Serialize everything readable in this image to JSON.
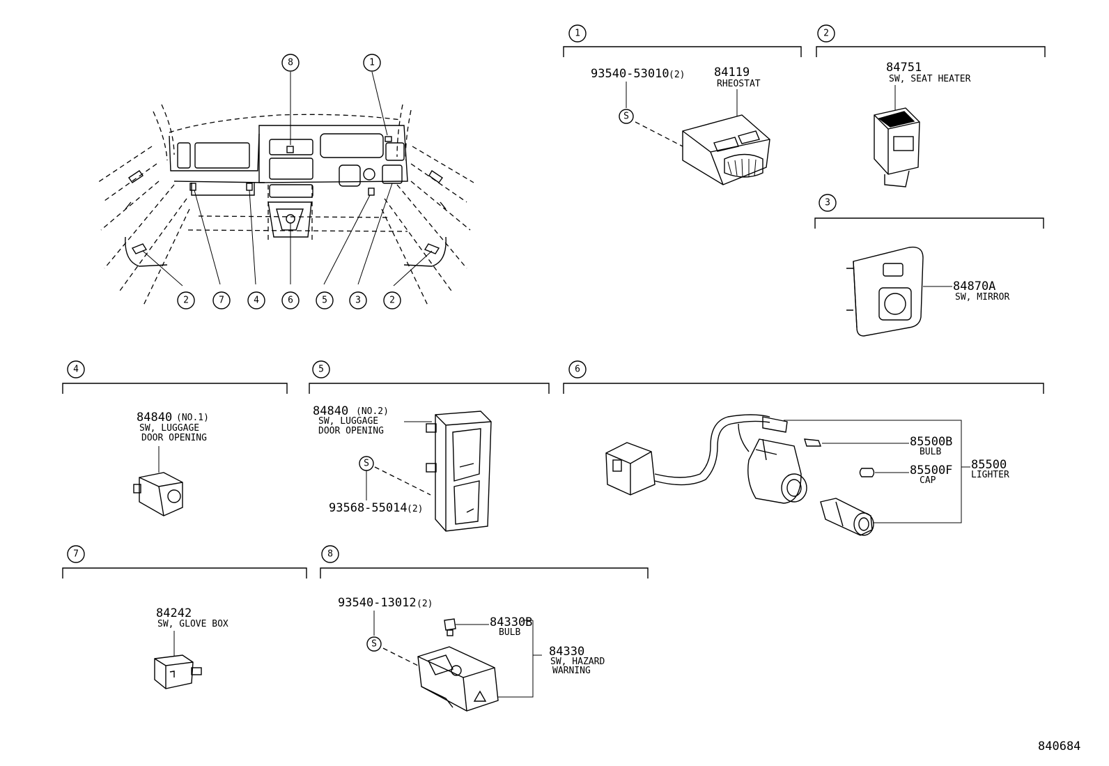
{
  "callouts": {
    "c1": "1",
    "c2": "2",
    "c3": "3",
    "c4": "4",
    "c5": "5",
    "c6": "6",
    "c7": "7",
    "c8": "8",
    "s": "S"
  },
  "overview": {
    "labels": [
      "8",
      "1",
      "2",
      "7",
      "4",
      "6",
      "5",
      "3",
      "2"
    ]
  },
  "section1": {
    "number": "1",
    "screw_part": "93540-53010",
    "screw_qty": "(2)",
    "part_number": "84119",
    "part_name": "RHEOSTAT"
  },
  "section2": {
    "number": "2",
    "part_number": "84751",
    "part_name": "SW, SEAT HEATER"
  },
  "section3": {
    "number": "3",
    "part_number": "84870A",
    "part_name": "SW, MIRROR"
  },
  "section4": {
    "number": "4",
    "part_number": "84840",
    "part_suffix": "(NO.1)",
    "part_name_1": "SW, LUGGAGE",
    "part_name_2": "DOOR OPENING"
  },
  "section5": {
    "number": "5",
    "part_number": "84840",
    "part_suffix": "(NO.2)",
    "part_name_1": "SW, LUGGAGE",
    "part_name_2": "DOOR OPENING",
    "screw_part": "93568-55014",
    "screw_qty": "(2)"
  },
  "section6": {
    "number": "6",
    "bulb_part": "85500B",
    "bulb_name": "BULB",
    "cap_part": "85500F",
    "cap_name": "CAP",
    "assy_part": "85500",
    "assy_name": "LIGHTER"
  },
  "section7": {
    "number": "7",
    "part_number": "84242",
    "part_name": "SW, GLOVE BOX"
  },
  "section8": {
    "number": "8",
    "screw_part": "93540-13012",
    "screw_qty": "(2)",
    "bulb_part": "84330B",
    "bulb_name": "BULB",
    "assy_part": "84330",
    "assy_name_1": "SW, HAZARD",
    "assy_name_2": "WARNING"
  },
  "drawing_number": "840684"
}
